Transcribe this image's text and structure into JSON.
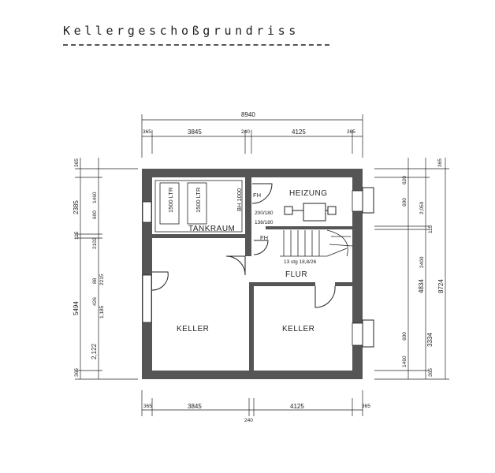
{
  "title": "Kellergeschoßgrundriss",
  "rooms": {
    "heizung": "HEIZUNG",
    "tankraum": "TANKRAUM",
    "flur": "FLUR",
    "keller_left": "KELLER",
    "keller_right": "KELLER"
  },
  "tanks": [
    "1500 LTR",
    "1500 LTR"
  ],
  "annotations": {
    "fh_top": "FH",
    "fh_bottom": "FH",
    "bh": "BH 1000",
    "door_1": "200/180",
    "door_2": "138/180",
    "stairs": "13 stg 18,8/26"
  },
  "dims": {
    "overall_width": "8940",
    "top_1": "365",
    "top_2": "3845",
    "top_3": "240",
    "top_4": "4125",
    "top_5": "365",
    "bottom_1": "365",
    "bottom_2": "3845",
    "bottom_3": "240",
    "bottom_4": "4125",
    "bottom_5": "365",
    "left_1": "365",
    "left_2": "2385",
    "left_3": "115",
    "left_4": "5494",
    "left_5": "365",
    "left_inner_1": "1460",
    "left_inner_2": "600",
    "left_inner_3": "2102",
    "left_inner_4": "88",
    "left_inner_5": "2215",
    "left_inner_6": "426",
    "left_inner_7": "1,185",
    "left_inner_8": "2,122",
    "right_1": "365",
    "right_2": "4834",
    "right_3": "115",
    "right_4": "3334",
    "right_5": "365",
    "right_total": "8724",
    "right_inner_1": "620",
    "right_inner_2": "600",
    "right_inner_3": "2,050",
    "right_inner_4": "2400",
    "right_inner_5": "600",
    "right_inner_6": "1460"
  }
}
